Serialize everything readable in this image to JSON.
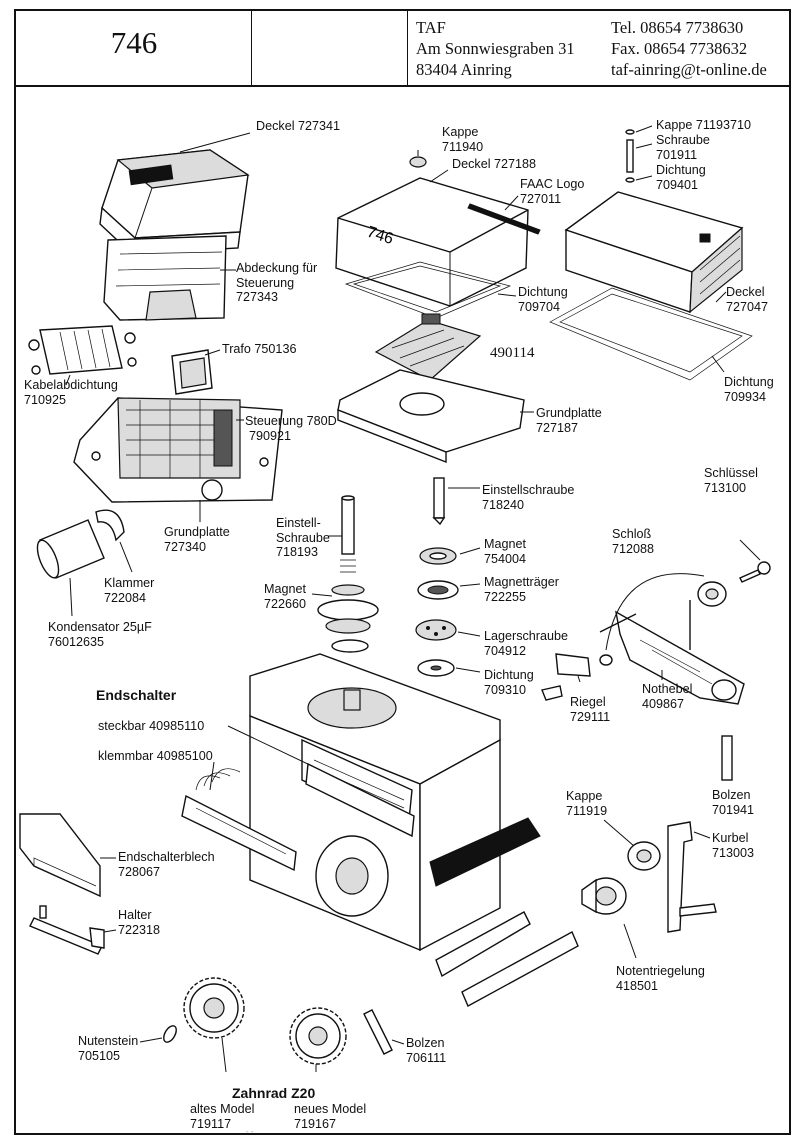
{
  "header": {
    "doc_number": "746",
    "company": "TAF",
    "street": "Am Sonnwiesgraben 31",
    "city": "83404 Ainring",
    "tel": "Tel.   08654 7738630",
    "fax": "Fax.  08654 7738632",
    "email": "taf-ainring@t-online.de"
  },
  "parts": {
    "deckel_727341": "Deckel  727341",
    "abdeckung_1": "Abdeckung für",
    "abdeckung_2": "Steuerung",
    "abdeckung_3": "727343",
    "trafo": "Trafo 750136",
    "kabel_1": "Kabelabdichtung",
    "kabel_2": "710925",
    "steuerung_1": "Steuerung 780D",
    "steuerung_2": "790921",
    "grund_l_1": "Grundplatte",
    "grund_l_2": "727340",
    "kappe_711940_1": "Kappe",
    "kappe_711940_2": "711940",
    "deckel_727188": "Deckel 727188",
    "logo_1": "FAAC Logo",
    "logo_2": "727011",
    "dicht_709704_1": "Dichtung",
    "dicht_709704_2": "709704",
    "board": "490114",
    "grund_m_1": "Grundplatte",
    "grund_m_2": "727187",
    "kappe_71193710": "Kappe 71193710",
    "schraube_1": "Schraube",
    "schraube_2": "701911",
    "dicht_709401_1": "Dichtung",
    "dicht_709401_2": "709401",
    "deckel_727047_1": "Deckel",
    "deckel_727047_2": "727047",
    "dicht_709934_1": "Dichtung",
    "dicht_709934_2": "709934",
    "einstellschraube_1": "Einstellschraube",
    "einstellschraube_2": "718240",
    "einstell_s_1": "Einstell-",
    "einstell_s_2": "Schraube",
    "einstell_s_3": "718193",
    "magnet_754004_1": "Magnet",
    "magnet_754004_2": "754004",
    "magnettraeger_1": "Magnetträger",
    "magnettraeger_2": "722255",
    "magnet_722660_1": "Magnet",
    "magnet_722660_2": "722660",
    "lagerschraube_1": "Lagerschraube",
    "lagerschraube_2": "704912",
    "dicht_709310_1": "Dichtung",
    "dicht_709310_2": "709310",
    "klammer_1": "Klammer",
    "klammer_2": "722084",
    "kondensator_1": "Kondensator 25µF",
    "kondensator_2": "76012635",
    "schluessel_1": "Schlüssel",
    "schluessel_2": "713100",
    "schloss_1": "Schloß",
    "schloss_2": "712088",
    "riegel_1": "Riegel",
    "riegel_2": "729111",
    "nothebel_1": "Nothebel",
    "nothebel_2": "409867",
    "endschalter": "Endschalter",
    "steckbar": "steckbar    40985110",
    "klemmbar": "klemmbar   40985100",
    "bolzen_701941_1": "Bolzen",
    "bolzen_701941_2": "701941",
    "kappe_711919_1": "Kappe",
    "kappe_711919_2": "711919",
    "kurbel_1": "Kurbel",
    "kurbel_2": "713003",
    "blech_1": "Endschalterblech",
    "blech_2": "728067",
    "halter_1": "Halter",
    "halter_2": "722318",
    "noten_1": "Notentriegelung",
    "noten_2": "418501",
    "nutenstein_1": "Nutenstein",
    "nutenstein_2": "705105",
    "bolzen_706111_1": "Bolzen",
    "bolzen_706111_2": "706111",
    "zahnrad": "Zahnrad Z20",
    "altes_1": "altes Model",
    "altes_2": "719117",
    "neues_1": "neues Model",
    "neues_2": "719167"
  }
}
